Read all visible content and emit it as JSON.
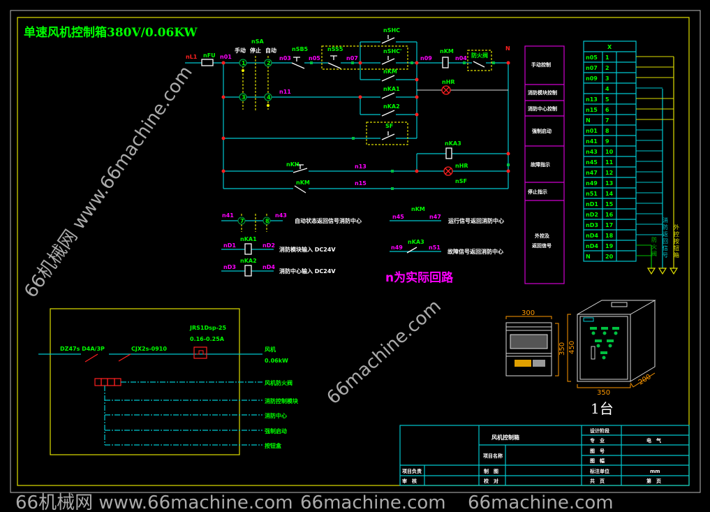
{
  "title": "单速风机控制箱380V/0.06KW",
  "circuit": {
    "nL1": "nL1",
    "nFU": "nFU",
    "n01": "n01",
    "nSA": "nSA",
    "mode_manual": "手动",
    "mode_stop": "停止",
    "mode_auto": "自动",
    "sw1": "1",
    "sw2": "2",
    "sw3": "3",
    "sw4": "4",
    "n03": "n03",
    "nSB5": "nSB5",
    "n05": "n05",
    "nSS5": "nSS5",
    "n07": "n07",
    "nSHC": "nSHC",
    "nSHC2": "nSHC'",
    "n09": "n09",
    "nKM_coil": "nKM",
    "n04": "n04",
    "fire_valve": "防火阀",
    "N": "N",
    "nKM": "nKM",
    "nKA1": "nKA1",
    "nKA2": "nKA2",
    "n11": "n11",
    "nHR": "nHR",
    "SF": "SF",
    "nKA3": "nKA3",
    "nKH": "nKH",
    "n13": "n13",
    "nHR2": "nHR",
    "n15": "n15",
    "nKM2": "nKM",
    "nSF": "nSF"
  },
  "legend": {
    "n41": "n41",
    "c7": "7",
    "c8": "8",
    "n43": "n43",
    "auto_return": "自动状态返回信号消防中心",
    "nD1": "nD1",
    "nKA1": "nKA1",
    "nD2": "nD2",
    "module_input": "消防模块输入 DC24V",
    "nD3": "nD3",
    "nKA2": "nKA2",
    "nD4": "nD4",
    "center_input": "消防中心输入 DC24V",
    "n45": "n45",
    "nKM": "nKM",
    "n47": "n47",
    "run_return": "运行信号返回消防中心",
    "n49": "n49",
    "nKA3": "nKA3",
    "n51": "n51",
    "fault_return": "故障信号返回消防中心",
    "note": "n为实际回路"
  },
  "functions": [
    "手动控制",
    "消防模块控制",
    "消防中心控制",
    "强制启动",
    "故障指示",
    "停止指示",
    "外控及",
    "返回信号"
  ],
  "terminal": {
    "header": "X",
    "rows": [
      [
        "n05",
        "1"
      ],
      [
        "n07",
        "2"
      ],
      [
        "n09",
        "3"
      ],
      [
        "",
        "4"
      ],
      [
        "n13",
        "5"
      ],
      [
        "n15",
        "6"
      ],
      [
        "N",
        "7"
      ],
      [
        "n01",
        "8"
      ],
      [
        "n41",
        "9"
      ],
      [
        "n43",
        "10"
      ],
      [
        "n45",
        "11"
      ],
      [
        "n47",
        "12"
      ],
      [
        "n49",
        "13"
      ],
      [
        "n51",
        "14"
      ],
      [
        "nD1",
        "15"
      ],
      [
        "nD2",
        "16"
      ],
      [
        "nD3",
        "17"
      ],
      [
        "nD4",
        "18"
      ],
      [
        "nD4",
        "19"
      ],
      [
        "N",
        "20"
      ]
    ],
    "bus_labels": [
      "防火阀",
      "消防返回信号",
      "外控按钮箱"
    ]
  },
  "single_line": {
    "breaker": "DZ47s D4A/3P",
    "contactor": "CJX2s-0910",
    "relay_model": "JRS1Dsp-25",
    "relay_range": "0.16-0.25A",
    "motor": "风机",
    "motor_power": "0.06kW",
    "branches": [
      "风机防火阀",
      "消防控制模块",
      "消防中心",
      "强制启动",
      "按钮盒"
    ]
  },
  "cabinet": {
    "front_width": "300",
    "front_height": "350",
    "box_height": "450",
    "box_width": "350",
    "box_depth": "200",
    "quantity": "1台"
  },
  "title_block": {
    "name": "风机控制箱",
    "project_name": "项目名称",
    "project_lead": "项目负责",
    "review": "审　核",
    "drawing": "制　图",
    "check": "校　对",
    "design_stage": "设计阶段",
    "discipline": "专　业",
    "discipline_value": "电　气",
    "drawing_no": "图　号",
    "sheet_size": "图　幅",
    "unit": "标注单位",
    "unit_value": "mm",
    "total_pages": "共　页",
    "page_no": "第　页"
  },
  "watermarks": [
    "66机械网 www.66machine.com",
    "66机械网 www.66machine.com",
    "66machine.com",
    "66machine.com",
    "66machine.com"
  ]
}
